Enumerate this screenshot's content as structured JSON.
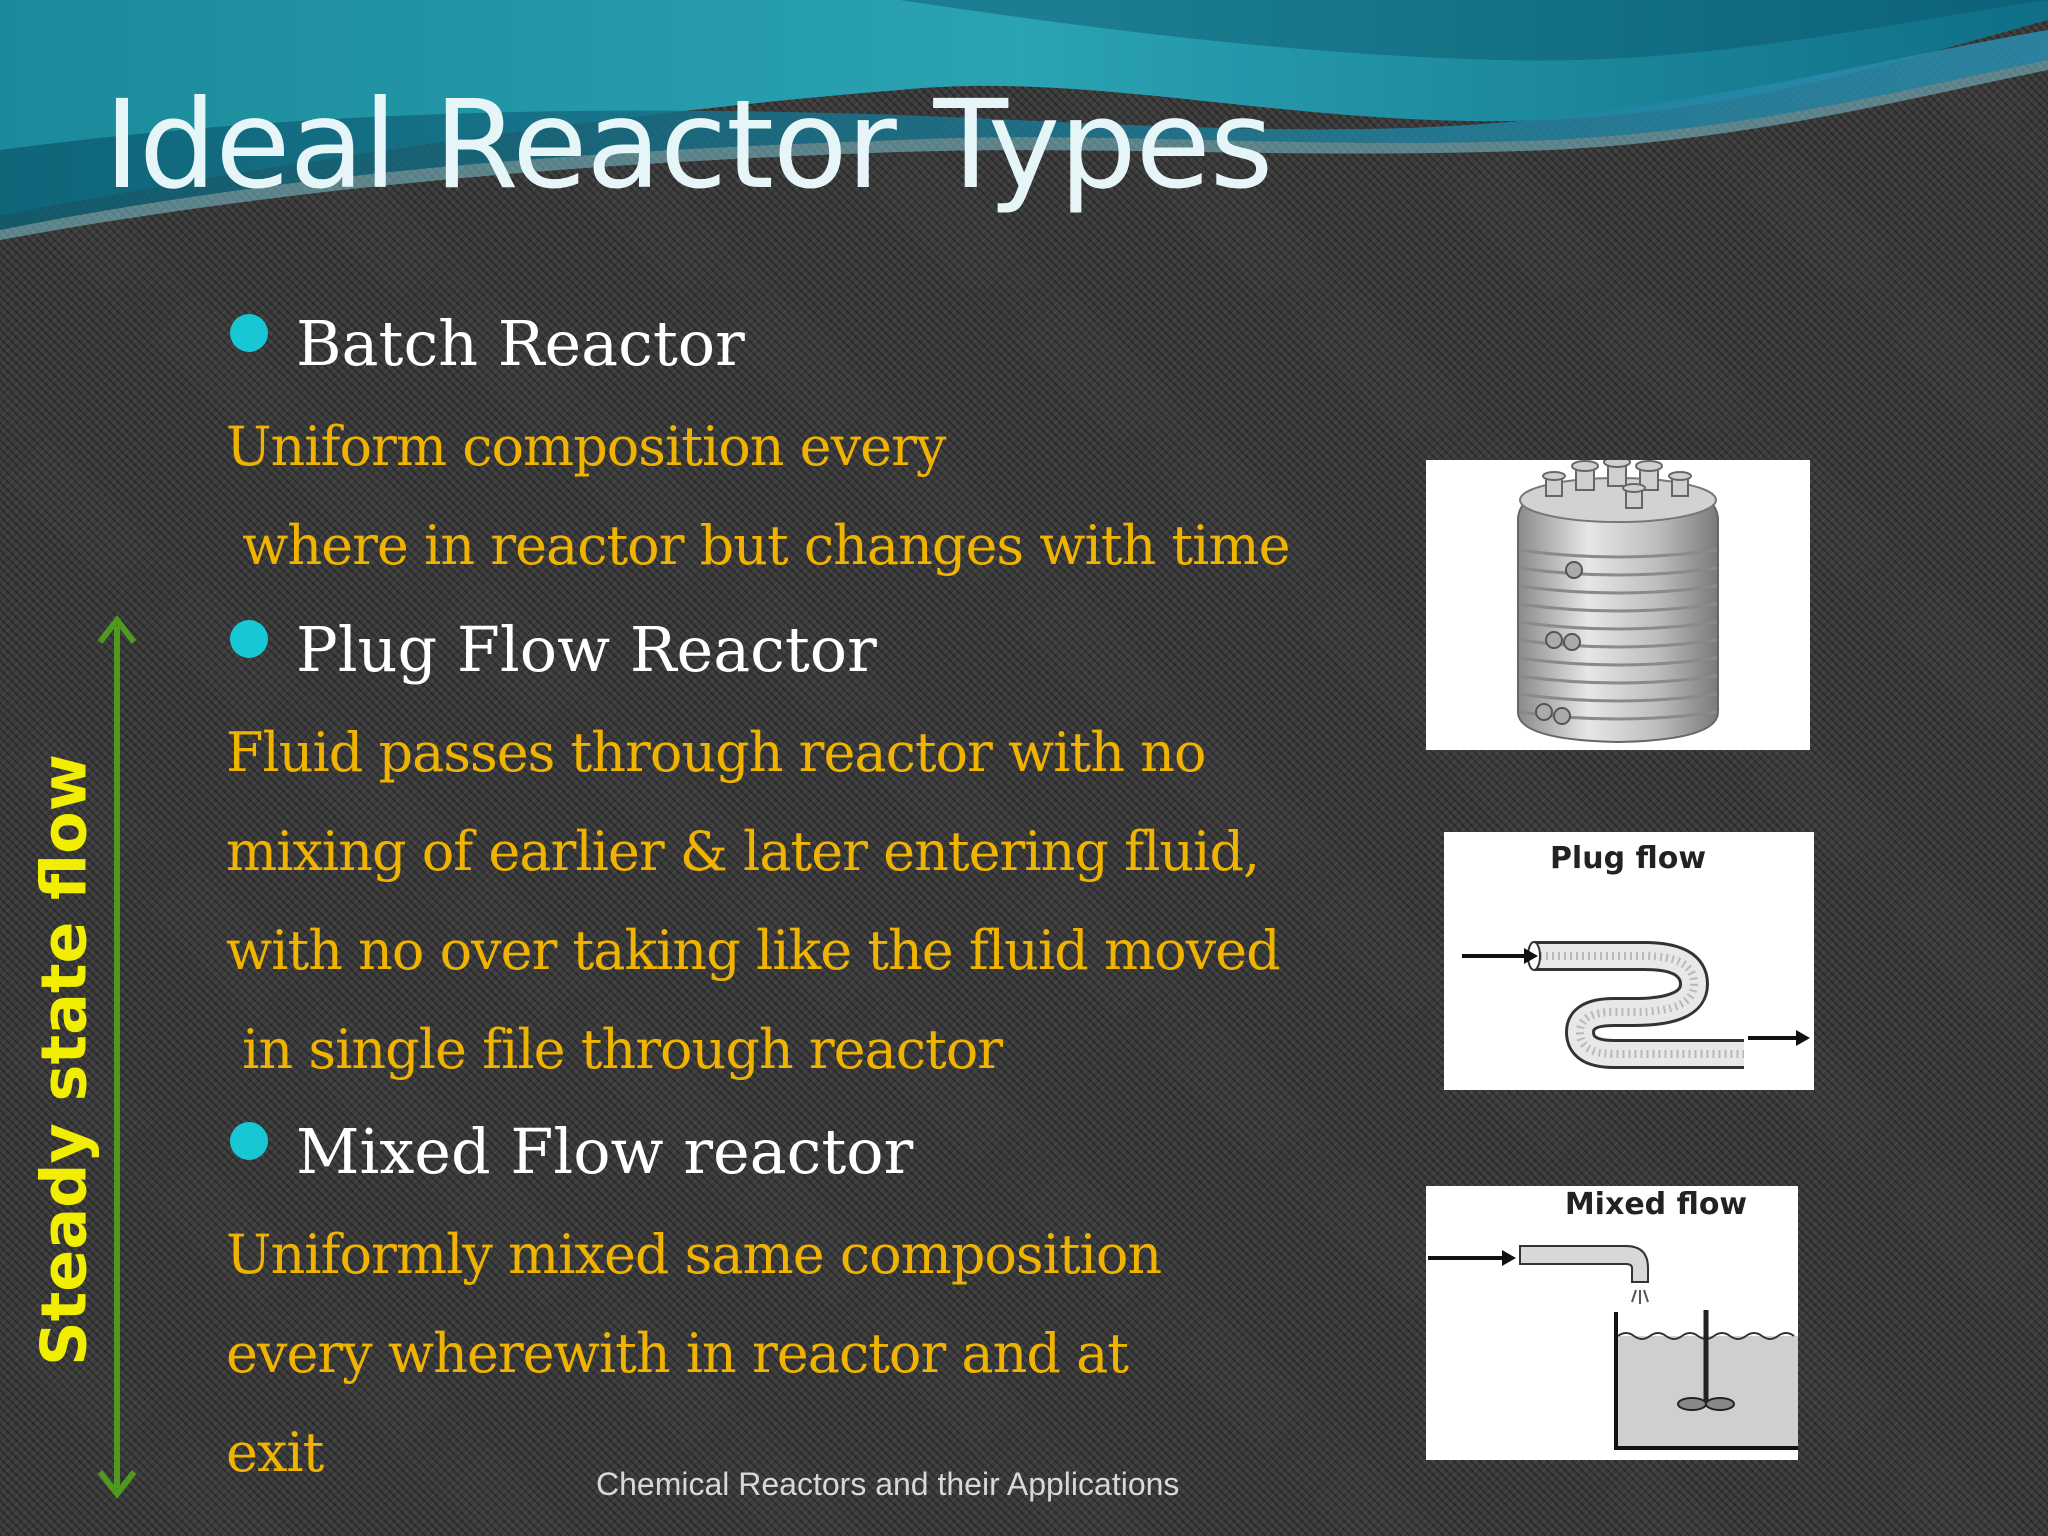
{
  "slide": {
    "title": "Ideal Reactor Types",
    "side_label": "Steady state flow",
    "footer": "Chemical Reactors and their Applications",
    "colors": {
      "title": "#e6f6f8",
      "bullet": "#17c8d4",
      "description": "#f0b400",
      "side_label": "#f2ee00",
      "arrow": "#4f9a1e"
    },
    "reactors": [
      {
        "heading": "Batch Reactor",
        "lines": [
          "Uniform composition every",
          " where in reactor but changes with time"
        ]
      },
      {
        "heading": "Plug Flow Reactor",
        "lines": [
          "Fluid passes through reactor with no",
          "mixing of earlier & later entering fluid,",
          "with no over taking like the fluid moved",
          " in single file through reactor"
        ]
      },
      {
        "heading": "Mixed Flow reactor",
        "lines": [
          "Uniformly mixed same composition",
          "every wherewith in reactor and at",
          "exit"
        ]
      }
    ],
    "figures": {
      "batch": {
        "icon": "jacketed-vessel"
      },
      "plug": {
        "label": "Plug flow"
      },
      "mixed": {
        "label": "Mixed flow"
      }
    }
  }
}
